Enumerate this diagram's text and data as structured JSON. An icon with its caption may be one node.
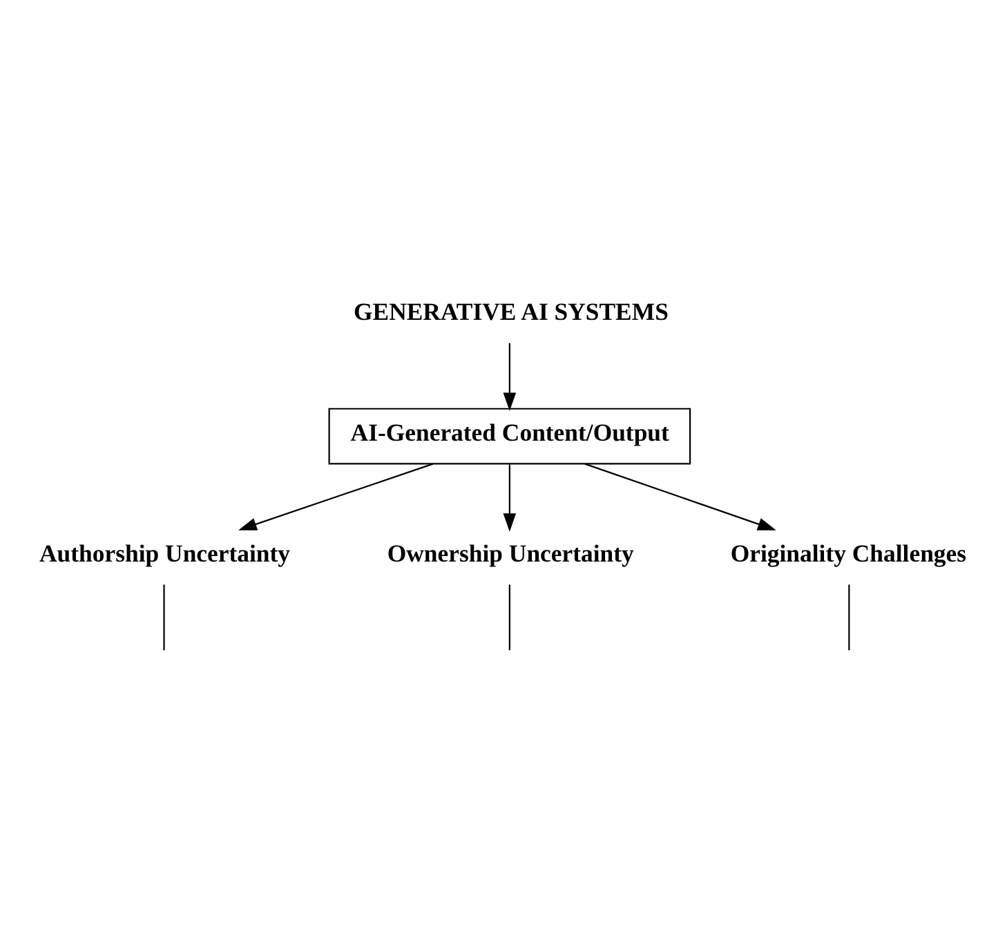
{
  "diagram": {
    "nodes": [
      {
        "text": [
          "GENERATIVE AI SYSTEMS"
        ]
      },
      {
        "text": [
          "AI-Generated Content/Output"
        ]
      },
      {
        "text": [
          "Authorship Uncertainty"
        ]
      },
      {
        "text": [
          "Ownership Uncertainty"
        ]
      },
      {
        "text": [
          "Originality Challenges"
        ]
      }
    ],
    "edges": [
      {
        "from": 0,
        "to": 1,
        "arrow": "to"
      },
      {
        "from": 1,
        "to": 2,
        "arrow": "to"
      },
      {
        "from": 1,
        "to": 3,
        "arrow": "to"
      },
      {
        "from": 1,
        "to": 4,
        "arrow": "to"
      },
      {
        "from": 2,
        "to": null,
        "arrow": "none"
      },
      {
        "from": 3,
        "to": null,
        "arrow": "none"
      },
      {
        "from": 4,
        "to": null,
        "arrow": "none"
      }
    ]
  }
}
